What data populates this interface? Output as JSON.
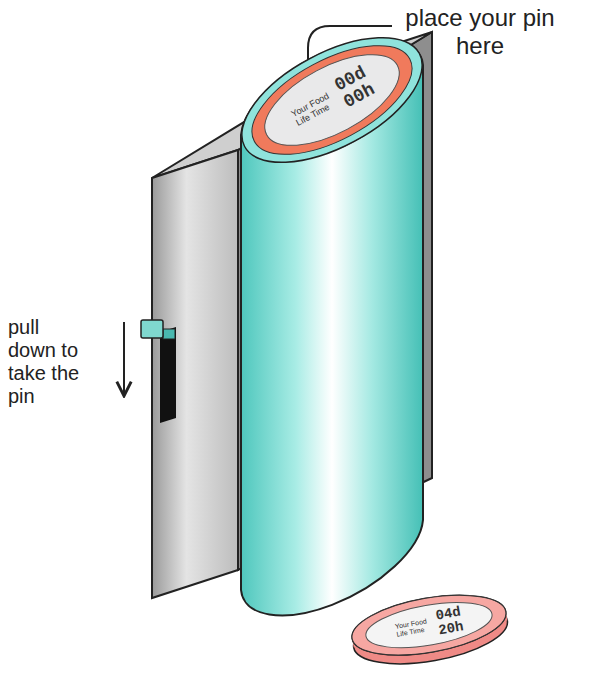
{
  "diagram": {
    "nodes": [
      {
        "text": [
          "00d",
          "00h",
          "Your Food Life Time"
        ]
      },
      {
        "text": [
          "04d",
          "20h",
          "Your Food Life Time"
        ]
      }
    ],
    "labels": [
      "place your pin here",
      "pull down to take the pin"
    ]
  }
}
